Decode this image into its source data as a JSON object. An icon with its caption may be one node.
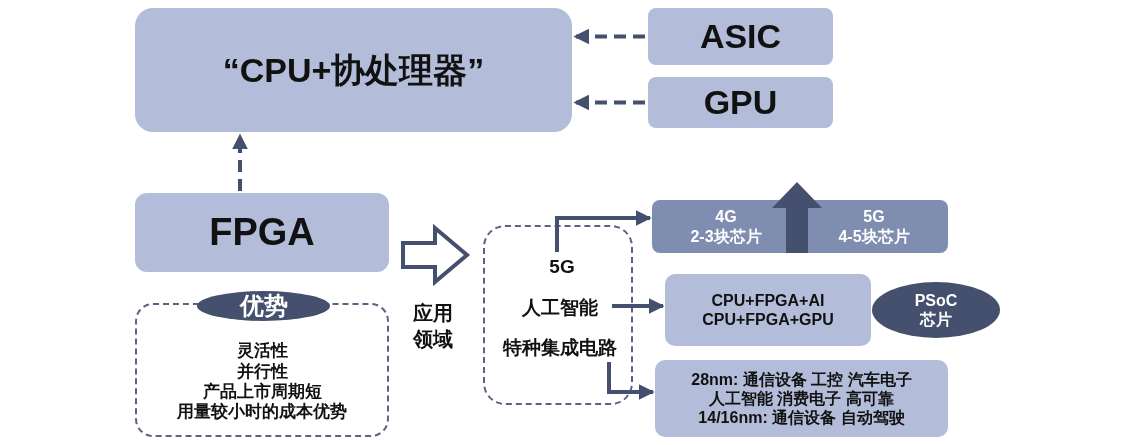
{
  "diagram": {
    "nodes": [
      {
        "text": [
          "“CPU+协处理器”"
        ]
      },
      {
        "text": [
          "ASIC"
        ]
      },
      {
        "text": [
          "GPU"
        ]
      },
      {
        "text": [
          "FPGA"
        ]
      },
      {
        "text": [
          "灵活性",
          "并行性",
          "产品上市周期短",
          "用量较小时的成本优势"
        ]
      },
      {
        "text": [
          "优势"
        ]
      },
      {
        "text": [],
        "shape": "box"
      },
      {
        "text": [
          "5G"
        ],
        "in": 6
      },
      {
        "text": [
          "人工智能"
        ],
        "in": 6
      },
      {
        "text": [
          "特种集成电路"
        ],
        "in": 6
      },
      {
        "text": [
          "4G",
          "2-3块芯片",
          "5G",
          "4-5块芯片"
        ]
      },
      {
        "text": [
          "CPU+FPGA+AI",
          "CPU+FPGA+GPU"
        ]
      },
      {
        "text": [
          "PSoC",
          "芯片"
        ]
      },
      {
        "text": [
          "28nm: 通信设备 工控 汽车电子",
          "人工智能 消费电子 高可靠",
          "14/16nm: 通信设备 自动驾驶"
        ]
      }
    ],
    "edges": [
      {
        "from": 1,
        "to": 0,
        "arrow": "to",
        "style": "dashed"
      },
      {
        "from": 2,
        "to": 0,
        "arrow": "to",
        "style": "dashed"
      },
      {
        "from": 3,
        "to": 0,
        "arrow": "to",
        "style": "dashed"
      },
      {
        "from": 3,
        "to": 6,
        "arrow": "to",
        "style": "thick",
        "label": "应用领域"
      },
      {
        "from": 7,
        "to": 10,
        "arrow": "to"
      },
      {
        "from": 8,
        "to": 11,
        "arrow": "to"
      },
      {
        "from": 9,
        "to": 13,
        "arrow": "to"
      }
    ]
  }
}
